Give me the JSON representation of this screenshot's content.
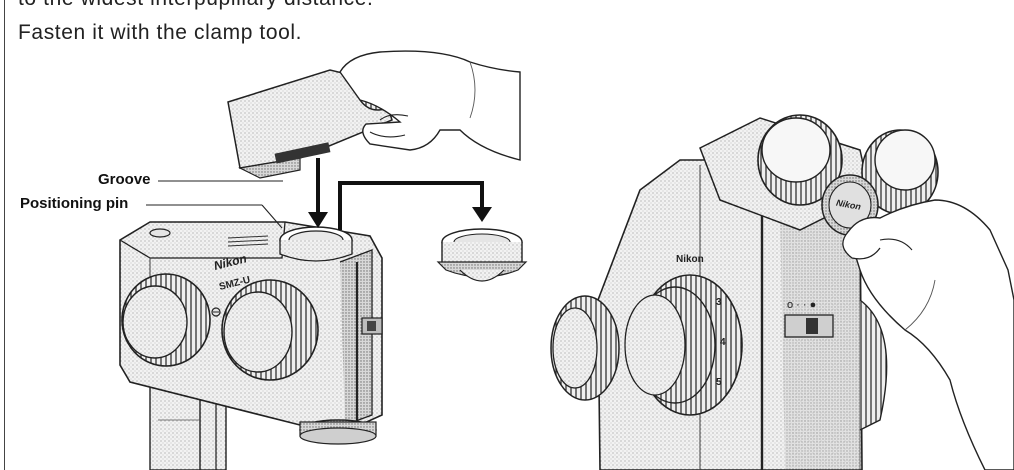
{
  "instructions": {
    "line1": "to the widest interpupillary distance.",
    "line2": "Fasten it with the clamp tool."
  },
  "callouts": {
    "groove": "Groove",
    "positioning_pin": "Positioning pin"
  },
  "figure_markings": {
    "brand_left": "Nikon",
    "model_left": "SMZ-U",
    "brand_right": "Nikon",
    "brand_cap": "Nikon",
    "scale_3": "3",
    "scale_4": "4",
    "scale_5": "5"
  }
}
